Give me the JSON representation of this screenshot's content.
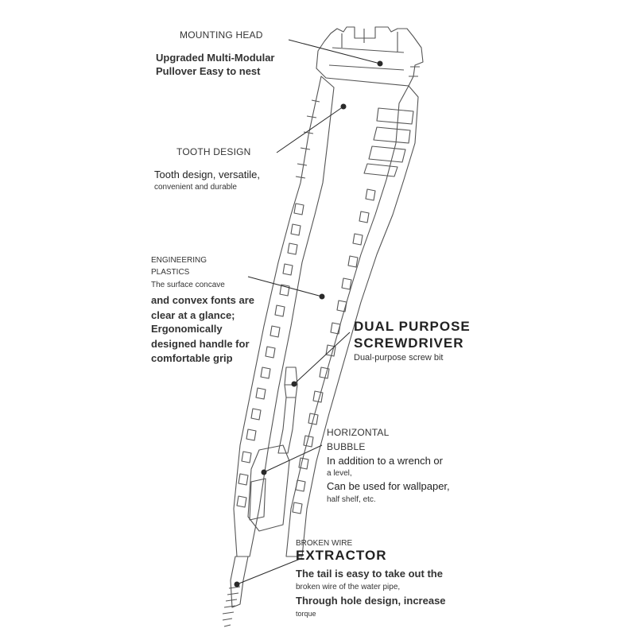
{
  "annotations": {
    "mounting_head": {
      "title": "MOUNTING HEAD",
      "desc_line1": "Upgraded Multi-Modular",
      "desc_line2": "Pullover Easy to nest"
    },
    "tooth_design": {
      "title": "TOOTH DESIGN",
      "desc_line1": "Tooth design, versatile,",
      "desc_line2": "convenient and durable"
    },
    "engineering_plastics": {
      "title_line1": "ENGINEERING",
      "title_line2": "PLASTICS",
      "desc_line1": "The surface concave",
      "desc_line2": "and convex fonts are",
      "desc_line3": "clear at a glance;",
      "desc_line4": "Ergonomically",
      "desc_line5": "designed handle for",
      "desc_line6": "comfortable grip"
    },
    "dual_purpose": {
      "title_line1": "DUAL PURPOSE",
      "title_line2": "SCREWDRIVER",
      "desc": "Dual-purpose screw bit"
    },
    "horizontal_bubble": {
      "title_line1": "HORIZONTAL",
      "title_line2": "BUBBLE",
      "desc_line1": "In addition to a wrench or",
      "desc_line2": "a level,",
      "desc_line3": "Can be used for wallpaper,",
      "desc_line4": "half shelf, etc."
    },
    "broken_wire": {
      "title_line1": "BROKEN WIRE",
      "title_line2": "EXTRACTOR",
      "desc_line1": "The tail is easy to take out the",
      "desc_line2": "broken wire of the water pipe,",
      "desc_line3": "Through hole design, increase",
      "desc_line4": "torque"
    }
  },
  "colors": {
    "outline": "#555555",
    "leader": "#2a2a2a",
    "background": "#ffffff"
  }
}
